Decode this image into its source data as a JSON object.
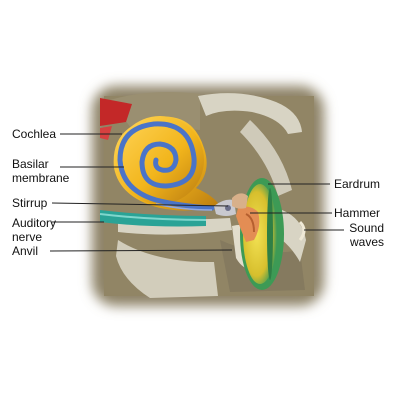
{
  "labels": {
    "cochlea": "Cochlea",
    "basilar_1": "Basilar",
    "basilar_2": "membrane",
    "stirrup": "Stirrup",
    "auditory_1": "Auditory",
    "auditory_2": "nerve",
    "anvil": "Anvil",
    "eardrum": "Eardrum",
    "hammer": "Hammer",
    "sound_1": "Sound",
    "sound_2": "waves"
  },
  "colors": {
    "background": "#ffffff",
    "rock": "#8d8266",
    "bone": "#d8d4c4",
    "cochlea": "#f2b51c",
    "basilar_membrane": "#4a74c8",
    "nerve": "#2aa396",
    "eardrum_outer": "#3d9a55",
    "eardrum_inner": "#e8d23a",
    "hammer": "#e38d54",
    "accent": "#c32828",
    "leader_line": "#222222"
  }
}
